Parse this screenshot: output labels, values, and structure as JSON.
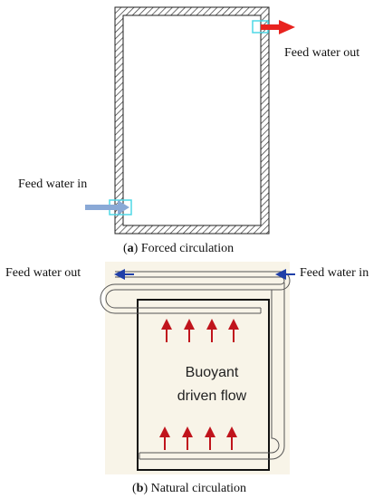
{
  "panel_a": {
    "label_out": "Feed water out",
    "label_in": "Feed water in",
    "caption_letter": "a",
    "caption_text": " Forced circulation",
    "colors": {
      "outlet_arrow": "#e8231f",
      "inlet_arrow": "#8aa9d6",
      "port_box": "#4fd8e6",
      "wall_hatch": "#333333"
    }
  },
  "panel_b": {
    "label_out": "Feed water out",
    "label_in": "Feed water in",
    "center_line1": "Buoyant",
    "center_line2": "driven flow",
    "caption_letter": "b",
    "caption_text": " Natural circulation",
    "colors": {
      "background": "#f8f4e8",
      "flow_arrows": "#c0141c",
      "feed_arrows": "#1f3fa8"
    }
  }
}
